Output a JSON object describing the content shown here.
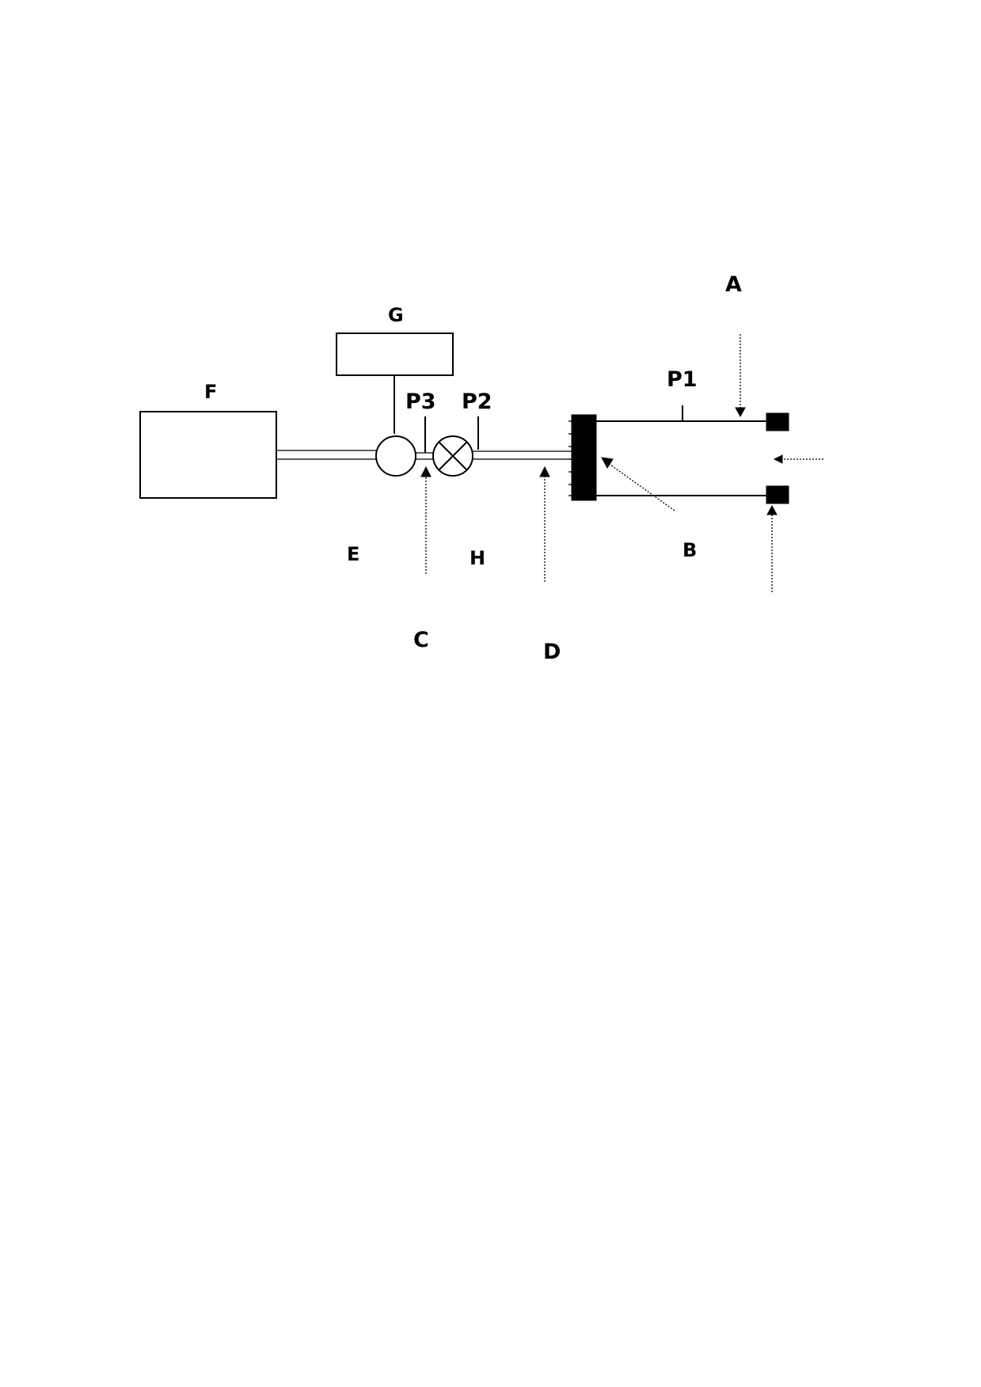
{
  "labels": {
    "a": "A",
    "b": "B",
    "c": "C",
    "d": "D",
    "e": "E",
    "f": "F",
    "g": "G",
    "h": "H",
    "p1": "P1",
    "p2": "P2",
    "p3": "P3"
  },
  "colors": {
    "ink": "#000000",
    "background": "#ffffff"
  }
}
